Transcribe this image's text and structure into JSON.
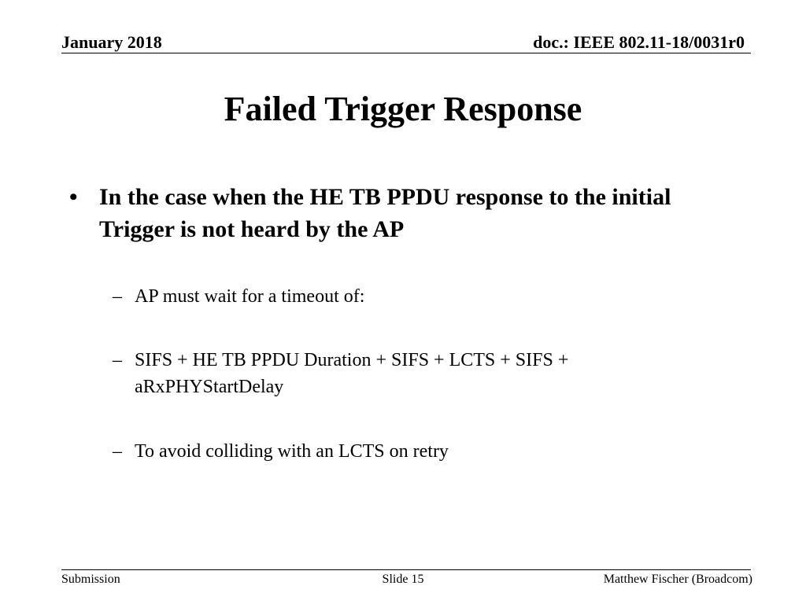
{
  "header": {
    "date": "January 2018",
    "doc_id": "doc.: IEEE 802.11-18/0031r0"
  },
  "slide": {
    "title": "Failed Trigger Response",
    "bullet_mark": "•",
    "sub_mark": "–",
    "bullets": [
      {
        "text": "In the case when the HE TB PPDU response to the initial Trigger is not heard by the AP",
        "subs": [
          "AP must wait for a timeout of:",
          "SIFS + HE TB PPDU Duration + SIFS + LCTS + SIFS + aRxPHYStartDelay",
          "To avoid colliding with an LCTS on retry"
        ]
      }
    ]
  },
  "footer": {
    "left": "Submission",
    "center": "Slide 15",
    "right": "Matthew Fischer (Broadcom)"
  }
}
